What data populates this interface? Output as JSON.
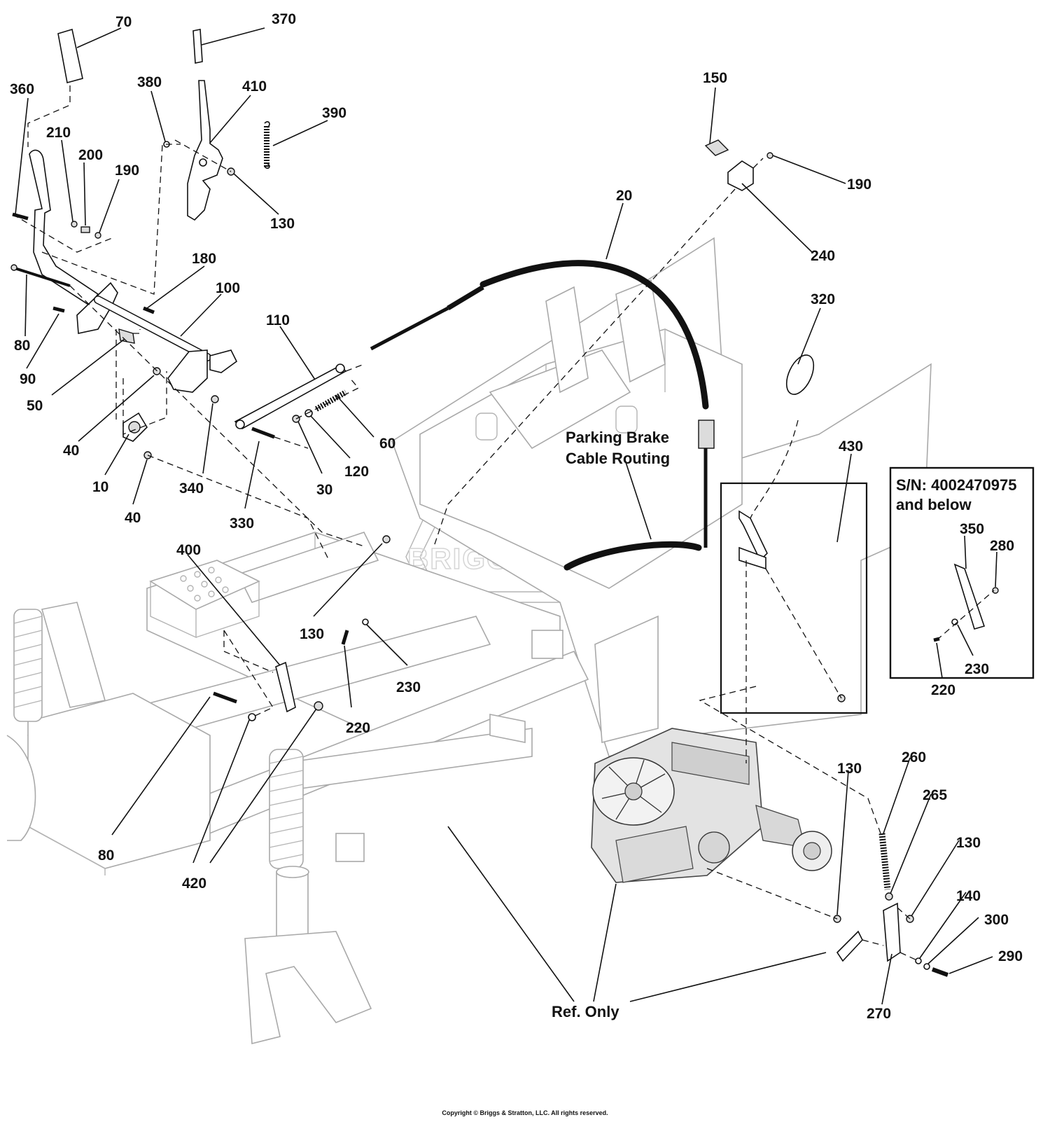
{
  "diagram": {
    "callouts": [
      "70",
      "370",
      "360",
      "380",
      "410",
      "390",
      "210",
      "200",
      "190",
      "130",
      "150",
      "190",
      "240",
      "20",
      "180",
      "100",
      "80",
      "90",
      "110",
      "50",
      "320",
      "40",
      "60",
      "340",
      "30",
      "120",
      "430",
      "10",
      "40",
      "330",
      "400",
      "130",
      "230",
      "220",
      "80",
      "420",
      "130",
      "260",
      "265",
      "130",
      "140",
      "300",
      "290",
      "270"
    ],
    "routing_label": [
      "Parking Brake",
      "Cable Routing"
    ],
    "inset": {
      "title_line1": "S/N: 4002470975",
      "title_line2": "and below",
      "callouts": [
        "350",
        "280",
        "230",
        "220"
      ]
    },
    "ref_label": "Ref. Only",
    "watermark": "BRIGGS&STRATTON",
    "copyright": "Copyright © Briggs & Stratton, LLC. All rights reserved."
  }
}
